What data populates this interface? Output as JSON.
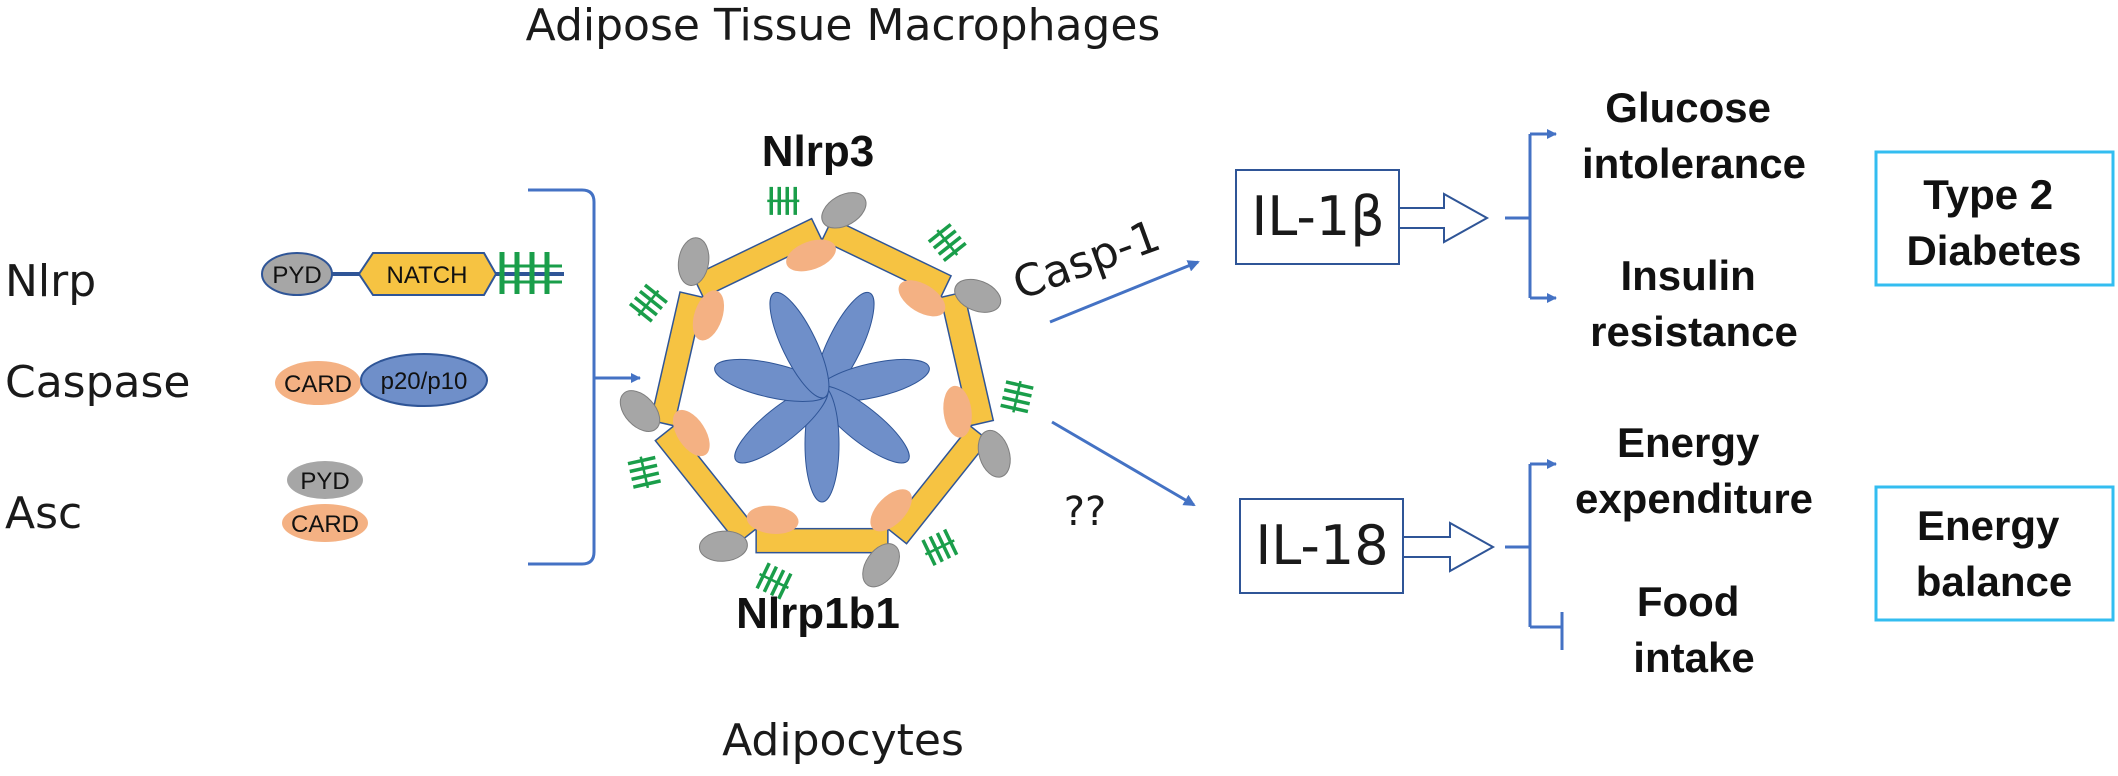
{
  "labels": {
    "top_title": "Adipose Tissue Macrophages",
    "bottom_title": "Adipocytes",
    "nlrp3": "Nlrp3",
    "nlrp1b1": "Nlrp1b1",
    "casp1": "Casp-1",
    "unknown": "??"
  },
  "components": {
    "nlrp": {
      "name": "Nlrp",
      "domains": [
        "PYD",
        "NATCH"
      ]
    },
    "caspase": {
      "name": "Caspase",
      "domains": [
        "CARD",
        "p20/p10"
      ]
    },
    "asc": {
      "name": "Asc",
      "domains": [
        "PYD",
        "CARD"
      ]
    }
  },
  "cytokines": {
    "il1b": "IL-1β",
    "il18": "IL-18"
  },
  "effects": {
    "glucose_line1": "Glucose",
    "glucose_line2": "intolerance",
    "insulin_line1": "Insulin",
    "insulin_line2": "resistance",
    "energy_line1": "Energy",
    "energy_line2": "expenditure",
    "food_line1": "Food",
    "food_line2": "intake"
  },
  "outcomes": {
    "diabetes_line1": "Type 2",
    "diabetes_line2": "Diabetes",
    "energy_line1": "Energy",
    "energy_line2": "balance"
  },
  "colors": {
    "arrow_blue": "#4472c4",
    "box_border": "#2f5597",
    "outcome_border": "#33bdf0",
    "pyd_gray": "#a6a6a6",
    "natch_yellow": "#f6c342",
    "card_orange": "#f4b183",
    "p20_blue": "#6f8fc9",
    "lrr_green": "#1a9e4a"
  }
}
